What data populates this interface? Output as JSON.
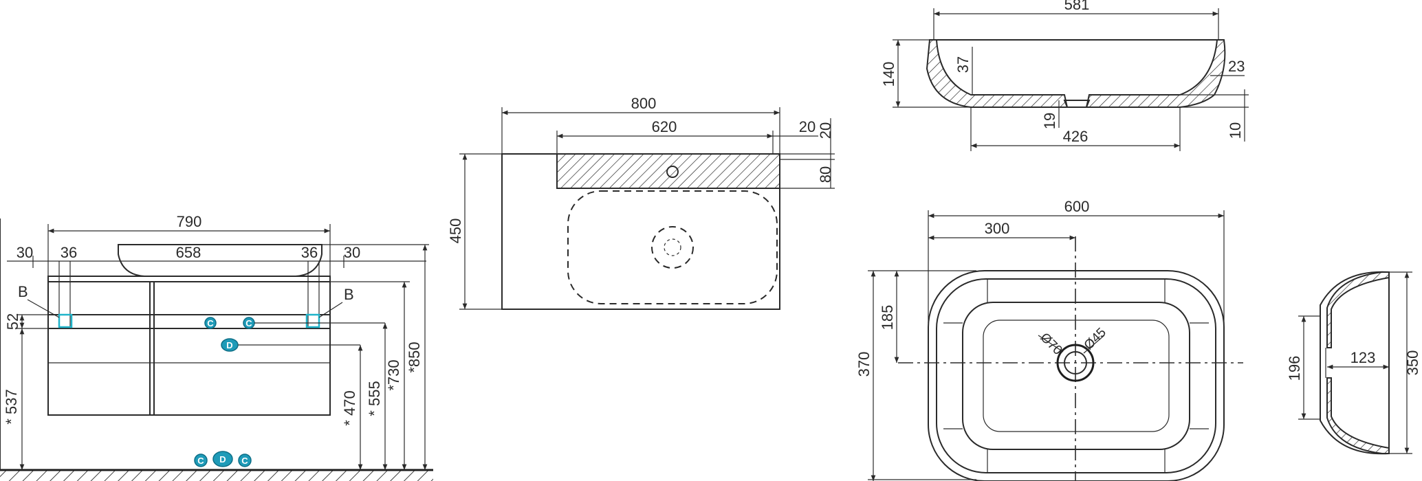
{
  "colors": {
    "line": "#2a2a2a",
    "marker": "#1f9bb8",
    "accent": "#1fb3c9"
  },
  "cabinet": {
    "dim_total_width": "790",
    "dim_side_left": "30",
    "dim_side_right": "30",
    "dim_inner_left": "36",
    "dim_inner_right": "36",
    "dim_basin_width": "658",
    "dim_rail": "52",
    "dim_height_537": "* 537",
    "dim_height_470": "* 470",
    "dim_height_555": "* 555",
    "dim_height_730": "*730",
    "dim_height_850": "*850",
    "label_b_left": "B",
    "label_b_right": "B",
    "marker_c": "C",
    "marker_d": "D"
  },
  "top_view": {
    "dim_width": "800",
    "dim_inner": "620",
    "dim_right_gap": "20",
    "dim_top_gap": "20",
    "dim_band": "80",
    "dim_depth": "450"
  },
  "section_view": {
    "dim_rim": "581",
    "dim_height": "140",
    "dim_37": "37",
    "dim_23": "23",
    "dim_19": "19",
    "dim_base": "426",
    "dim_10": "10"
  },
  "plan_view": {
    "dim_width": "600",
    "dim_half": "300",
    "dim_185": "185",
    "dim_depth": "370",
    "dim_drain_outer": "Ø70",
    "dim_drain_inner": "Ø45"
  },
  "side_view": {
    "dim_196": "196",
    "dim_123": "123",
    "dim_350": "350"
  }
}
